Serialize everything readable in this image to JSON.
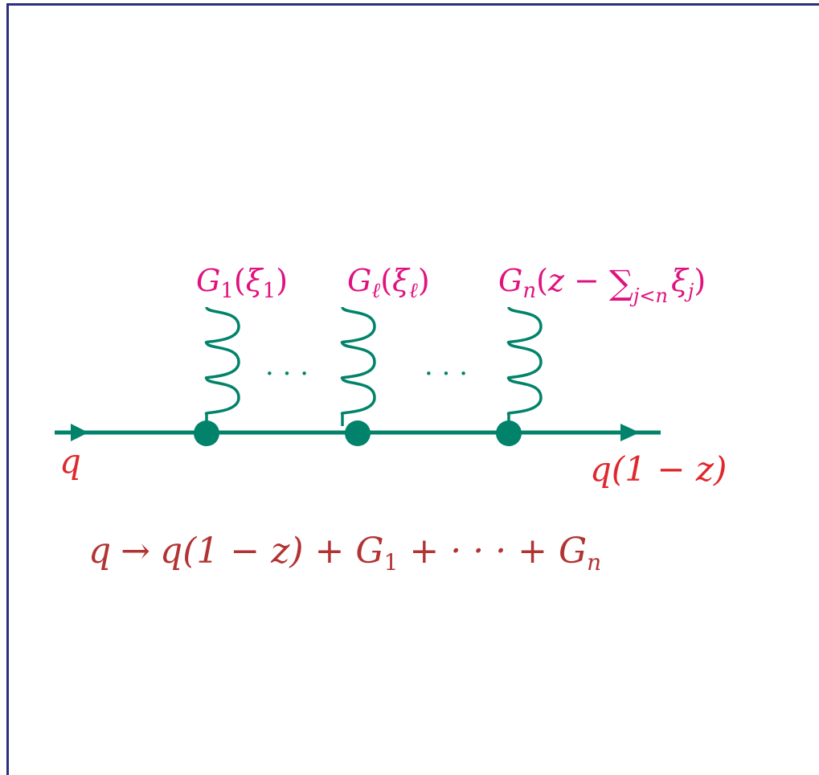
{
  "colors": {
    "frame": "#2b2f7e",
    "line": "#00836a",
    "label_magenta": "#e0127f",
    "label_red": "#e0282c",
    "process_red": "#b23333"
  },
  "gluon_labels": [
    {
      "symbol": "G",
      "sub": "1",
      "arg_open": "(",
      "arg": "ξ",
      "arg_sub": "1",
      "arg_close": ")"
    },
    {
      "symbol": "G",
      "sub": "ℓ",
      "arg_open": "(",
      "arg": "ξ",
      "arg_sub": "ℓ",
      "arg_close": ")"
    },
    {
      "symbol": "G",
      "sub": "n",
      "arg_open": "(",
      "arg": "z − ",
      "sum": "∑",
      "sum_sub": "j<n",
      "sum_term": "ξ",
      "sum_term_sub": "j",
      "arg_close": ")"
    }
  ],
  "dots": "· · ·",
  "incoming_label": "q",
  "outgoing_label": "q(1 − z)",
  "process": {
    "lhs": "q",
    "arrow": "→",
    "rhs_a": "q(1 − z) + G",
    "rhs_a_sub": "1",
    "rhs_b": " + · · · + G",
    "rhs_b_sub": "n"
  }
}
